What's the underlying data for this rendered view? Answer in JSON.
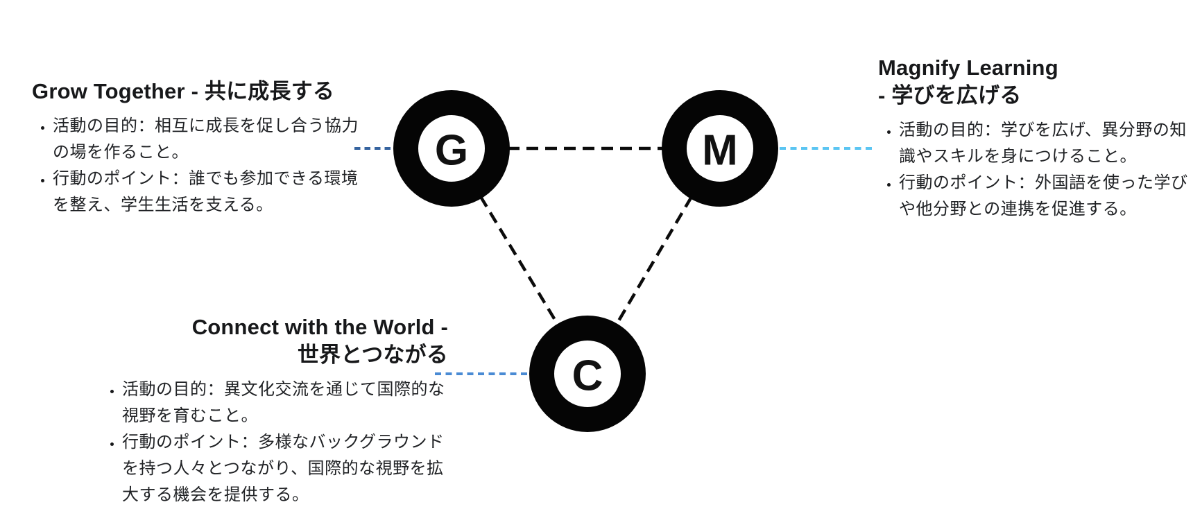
{
  "page": {
    "background": "#ffffff"
  },
  "diagram": {
    "nodes": [
      {
        "id": "grow",
        "letter": "G"
      },
      {
        "id": "magnify",
        "letter": "M"
      },
      {
        "id": "connect",
        "letter": "C"
      }
    ],
    "colors": {
      "ring": "#050505",
      "letter": "#111111",
      "connector": "#0b0b0b",
      "leader_grow": "#35639F",
      "leader_magnify": "#5BC5F2",
      "leader_connect": "#4A8BD4"
    }
  },
  "blocks": {
    "grow": {
      "title": "Grow Together - 共に成長する",
      "bullets": [
        "活動の目的：相互に成長を促し合う協力の場を作ること。",
        "行動のポイント：誰でも参加できる環境を整え、学生生活を支える。"
      ]
    },
    "magnify": {
      "title_line1": "Magnify Learning",
      "title_line2": "- 学びを広げる",
      "bullets": [
        "活動の目的：学びを広げ、異分野の知識やスキルを身につけること。",
        "行動のポイント：外国語を使った学びや他分野との連携を促進する。"
      ]
    },
    "connect": {
      "title_line1": "Connect with the World -",
      "title_line2": "世界とつながる",
      "bullets": [
        "活動の目的：異文化交流を通じて国際的な視野を育むこと。",
        "行動のポイント：多様なバックグラウンドを持つ人々とつながり、国際的な視野を拡大する機会を提供する。"
      ]
    }
  }
}
